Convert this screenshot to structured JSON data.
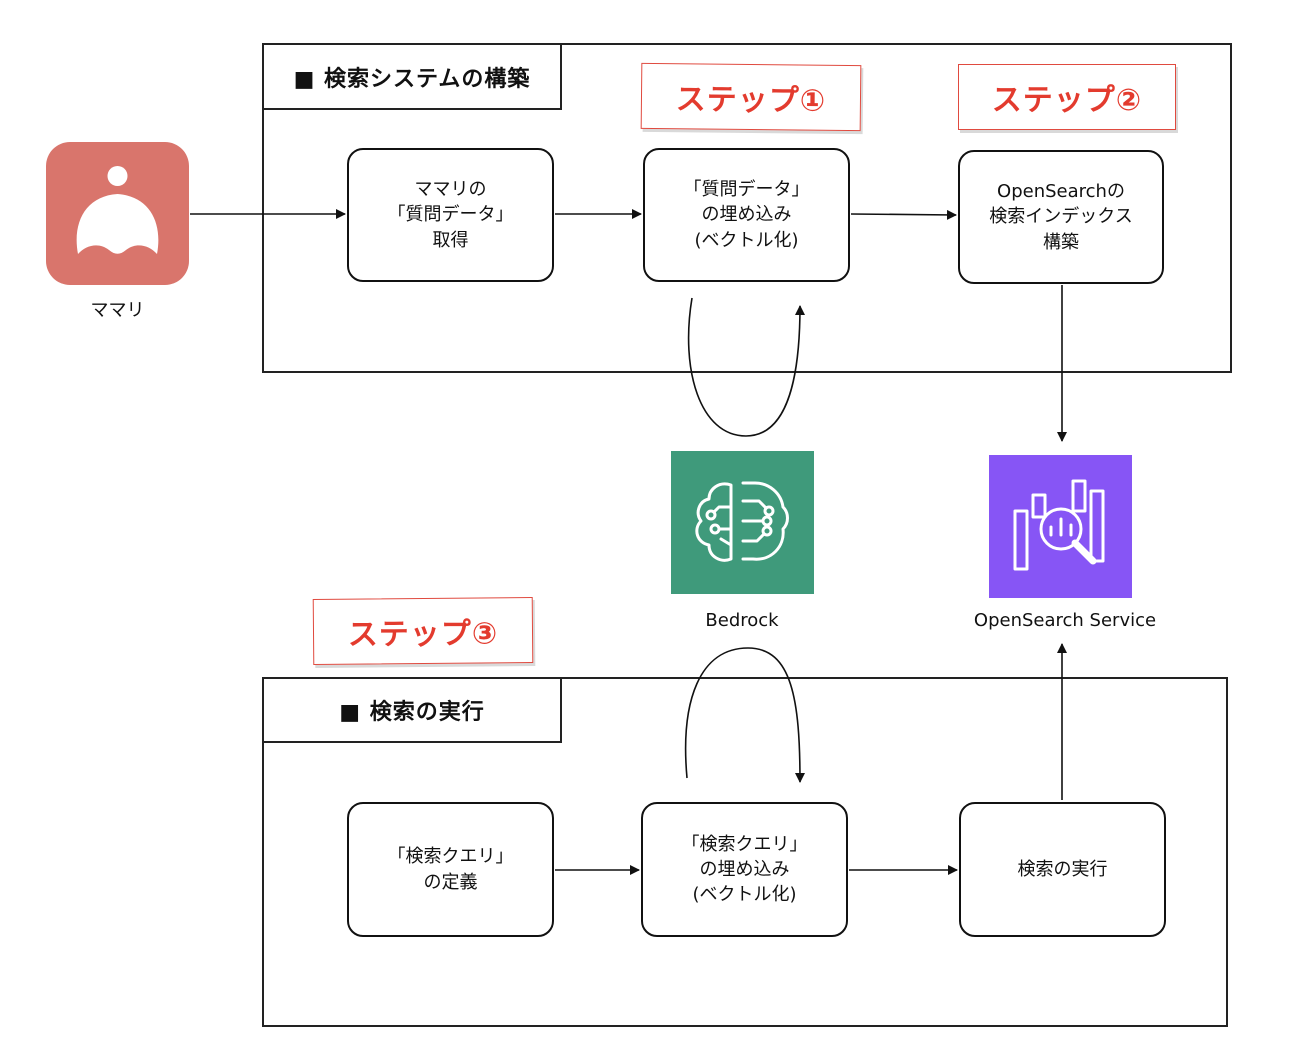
{
  "colors": {
    "mamari_brand": "#d9756c",
    "bedrock": "#3f9a7b",
    "opensearch": "#8755f5",
    "step_red": "#e33b2e"
  },
  "sections": {
    "build": {
      "title": "■ 検索システムの構築"
    },
    "execute": {
      "title": "■ 検索の実行"
    }
  },
  "steps": {
    "step1": "ステップ①",
    "step2": "ステップ②",
    "step3": "ステップ③"
  },
  "nodes": {
    "get_question_data": "ママリの\n「質問データ」\n取得",
    "embed_question_data": "「質問データ」\nの埋め込み\n(ベクトル化)",
    "build_index": "OpenSearchの\n検索インデックス\n構築",
    "define_query": "「検索クエリ」\nの定義",
    "embed_query": "「検索クエリ」\nの埋め込み\n(ベクトル化)",
    "run_search": "検索の実行"
  },
  "services": {
    "mamari": {
      "label": "ママリ",
      "icon": "mamari-app-icon"
    },
    "bedrock": {
      "label": "Bedrock",
      "icon": "bedrock-brain-icon"
    },
    "opensearch": {
      "label": "OpenSearch Service",
      "icon": "opensearch-magnifier-icon"
    }
  }
}
